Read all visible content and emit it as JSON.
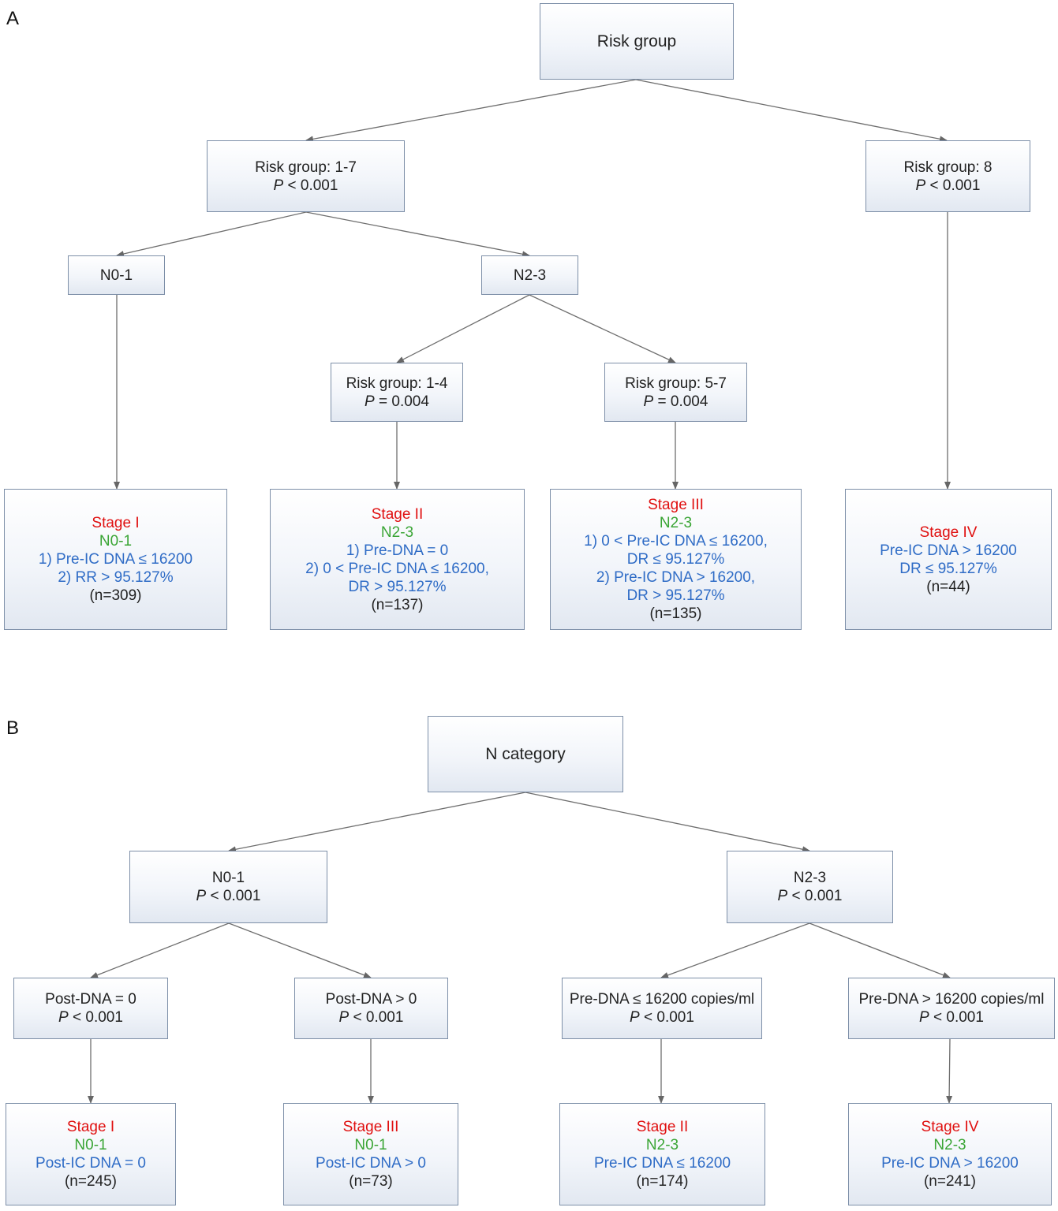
{
  "panel_a": {
    "label": "A",
    "root": "Risk group",
    "left": {
      "title": "Risk group: 1-7",
      "p_prefix": "P",
      "p_rest": " < 0.001"
    },
    "right": {
      "title": "Risk group: 8",
      "p_prefix": "P",
      "p_rest": " < 0.001"
    },
    "n01": "N0-1",
    "n23": "N2-3",
    "rg14": {
      "title": "Risk group: 1-4",
      "p_prefix": "P",
      "p_rest": " = 0.004"
    },
    "rg57": {
      "title": "Risk group: 5-7",
      "p_prefix": "P",
      "p_rest": " = 0.004"
    },
    "stage1": {
      "stage": "Stage I",
      "n": "N0-1",
      "lines": [
        "1) Pre-IC DNA ≤ 16200",
        "2) RR > 95.127%"
      ],
      "count": "(n=309)"
    },
    "stage2": {
      "stage": "Stage II",
      "n": "N2-3",
      "lines": [
        "1) Pre-DNA = 0",
        "2) 0 < Pre-IC DNA ≤ 16200,",
        "DR > 95.127%"
      ],
      "count": "(n=137)"
    },
    "stage3": {
      "stage": "Stage III",
      "n": "N2-3",
      "lines": [
        "1) 0 < Pre-IC DNA ≤ 16200,",
        "DR ≤ 95.127%",
        "2) Pre-IC DNA > 16200,",
        "DR > 95.127%"
      ],
      "count": "(n=135)"
    },
    "stage4": {
      "stage": "Stage IV",
      "lines": [
        "Pre-IC DNA > 16200",
        "DR ≤ 95.127%"
      ],
      "count": "(n=44)"
    }
  },
  "panel_b": {
    "label": "B",
    "root": "N category",
    "left": {
      "title": "N0-1",
      "p_prefix": "P",
      "p_rest": " < 0.001"
    },
    "right": {
      "title": "N2-3",
      "p_prefix": "P",
      "p_rest": " < 0.001"
    },
    "post0": {
      "title": "Post-DNA = 0",
      "p_prefix": "P",
      "p_rest": " < 0.001"
    },
    "postpos": {
      "title": "Post-DNA > 0",
      "p_prefix": "P",
      "p_rest": " < 0.001"
    },
    "prelo": {
      "title": "Pre-DNA ≤ 16200 copies/ml",
      "p_prefix": "P",
      "p_rest": " < 0.001"
    },
    "prehi": {
      "title": "Pre-DNA > 16200 copies/ml",
      "p_prefix": "P",
      "p_rest": " < 0.001"
    },
    "stage1": {
      "stage": "Stage I",
      "n": "N0-1",
      "line": "Post-IC DNA = 0",
      "count": "(n=245)"
    },
    "stage3": {
      "stage": "Stage III",
      "n": "N0-1",
      "line": "Post-IC DNA > 0",
      "count": "(n=73)"
    },
    "stage2": {
      "stage": "Stage II",
      "n": "N2-3",
      "line": "Pre-IC DNA ≤ 16200",
      "count": "(n=174)"
    },
    "stage4": {
      "stage": "Stage IV",
      "n": "N2-3",
      "line": "Pre-IC DNA > 16200",
      "count": "(n=241)"
    }
  }
}
